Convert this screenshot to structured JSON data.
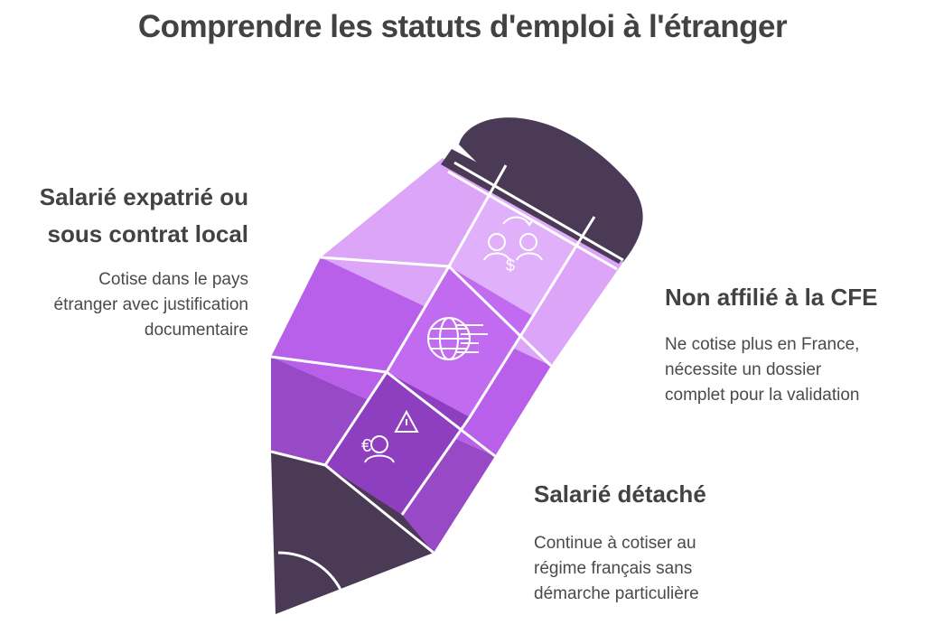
{
  "title": "Comprendre les statuts d'emploi à l'étranger",
  "sections": {
    "expatrie": {
      "heading_lines": [
        "Salarié expatrié ou",
        "sous contrat local"
      ],
      "desc_lines": [
        "Cotise dans le pays",
        "étranger avec justification",
        "documentaire"
      ],
      "icon": "exchange-people-icon"
    },
    "non_affilie": {
      "heading_lines": [
        "Non affilié à la CFE"
      ],
      "desc_lines": [
        "Ne cotise plus en France,",
        "nécessite un dossier",
        "complet pour la validation"
      ],
      "icon": "globe-currency-icon"
    },
    "detache": {
      "heading_lines": [
        "Salarié détaché"
      ],
      "desc_lines": [
        "Continue à cotiser au",
        "régime français sans",
        "démarche particulière"
      ],
      "icon": "euro-person-warning-icon"
    }
  },
  "colors": {
    "dark": "#4a3a55",
    "light_purple": "#dca5f8",
    "mid_purple": "#b960ea",
    "deep_purple": "#9749c6"
  }
}
